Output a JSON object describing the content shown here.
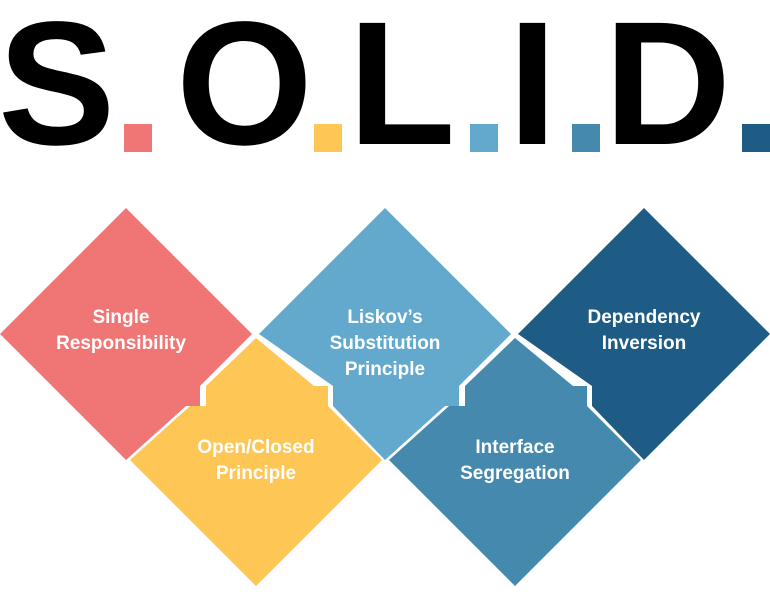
{
  "title": {
    "letters": [
      "S",
      "O",
      "L",
      "I",
      "D"
    ],
    "dot_colors": [
      "#F07575",
      "#FDC655",
      "#63A9CD",
      "#4589AE",
      "#1E5C86"
    ]
  },
  "principles": [
    {
      "line1": "Single",
      "line2": "Responsibility",
      "line3": "",
      "color": "#F07575"
    },
    {
      "line1": "Open/Closed",
      "line2": "Principle",
      "line3": "",
      "color": "#FDC655"
    },
    {
      "line1": "Liskov’s",
      "line2": "Substitution",
      "line3": "Principle",
      "color": "#63A9CD"
    },
    {
      "line1": "Interface",
      "line2": "Segregation",
      "line3": "",
      "color": "#4589AE"
    },
    {
      "line1": "Dependency",
      "line2": "Inversion",
      "line3": "",
      "color": "#1E5C86"
    }
  ]
}
